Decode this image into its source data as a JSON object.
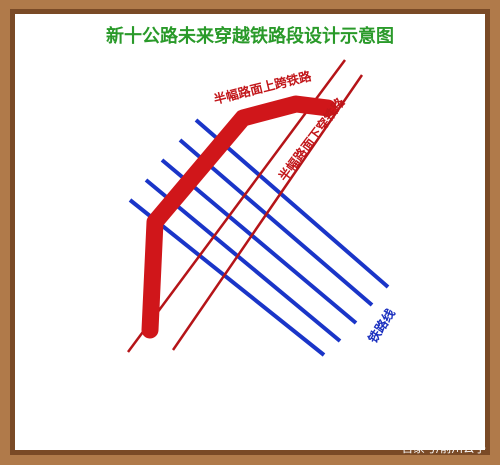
{
  "title": "新十公路未来穿越铁路段设计示意图",
  "labels": {
    "upper_road": "半幅路面上跨铁路",
    "lower_road": "半幅路面下穿铁路",
    "railway": "铁路线"
  },
  "watermark": "百家号/前川公子",
  "colors": {
    "title": "#2a9a2a",
    "road": "#d0161a",
    "road_line": "#b51418",
    "railway": "#1a35c8",
    "frame": "#b07a4a"
  }
}
